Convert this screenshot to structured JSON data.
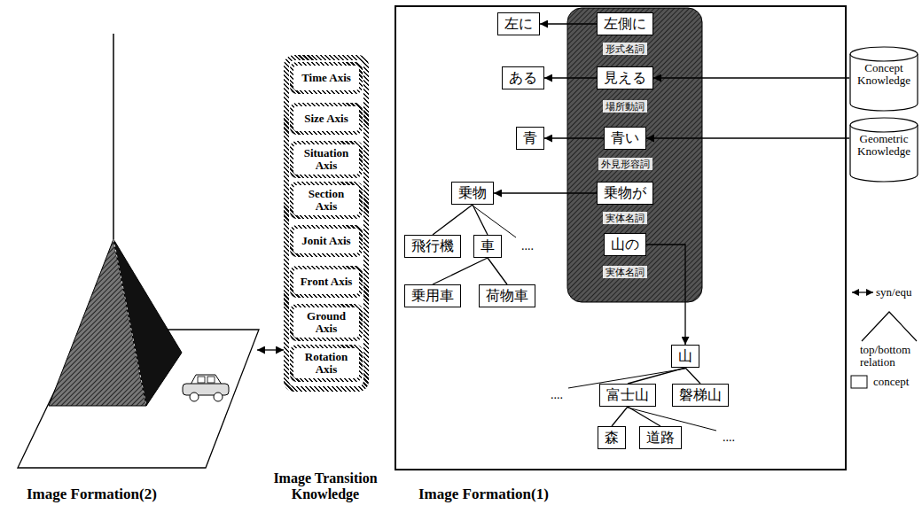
{
  "diagram": {
    "nodes": [
      {
        "text": [
          "Image Formation(2)"
        ]
      },
      {
        "text": [
          "Image Transition Knowledge"
        ]
      },
      {
        "text": [
          "Time Axis"
        ],
        "in": 1
      },
      {
        "text": [
          "Size Axis"
        ],
        "in": 1
      },
      {
        "text": [
          "Situation Axis"
        ],
        "in": 1
      },
      {
        "text": [
          "Section Axis"
        ],
        "in": 1
      },
      {
        "text": [
          "Jonit Axis"
        ],
        "in": 1
      },
      {
        "text": [
          "Front Axis"
        ],
        "in": 1
      },
      {
        "text": [
          "Ground Axis"
        ],
        "in": 1
      },
      {
        "text": [
          "Rotation Axis"
        ],
        "in": 1
      },
      {
        "text": [
          "Image Formation(1)"
        ]
      },
      {
        "text": [
          "左側に"
        ],
        "in": 10
      },
      {
        "text": [
          "見える"
        ],
        "in": 10
      },
      {
        "text": [
          "青い"
        ],
        "in": 10
      },
      {
        "text": [
          "乗物が"
        ],
        "in": 10
      },
      {
        "text": [
          "山の"
        ],
        "in": 10
      },
      {
        "text": [
          "左に"
        ],
        "in": 10
      },
      {
        "text": [
          "ある"
        ],
        "in": 10
      },
      {
        "text": [
          "青"
        ],
        "in": 10
      },
      {
        "text": [
          "乗物"
        ],
        "in": 10
      },
      {
        "text": [
          "飛行機"
        ],
        "in": 10
      },
      {
        "text": [
          "車"
        ],
        "in": 10
      },
      {
        "text": [
          "乗用車"
        ],
        "in": 10
      },
      {
        "text": [
          "荷物車"
        ],
        "in": 10
      },
      {
        "text": [
          "山"
        ],
        "in": 10
      },
      {
        "text": [
          "富士山"
        ],
        "in": 10
      },
      {
        "text": [
          "磐梯山"
        ],
        "in": 10
      },
      {
        "text": [
          "森"
        ],
        "in": 10
      },
      {
        "text": [
          "道路"
        ],
        "in": 10
      },
      {
        "text": [
          "Concept Knowledge"
        ]
      },
      {
        "text": [
          "Geometric Knowledge"
        ]
      }
    ],
    "edges": [
      {
        "from": 0,
        "to": 1,
        "arrow": "both"
      },
      {
        "from": 11,
        "to": 16,
        "arrow": "to"
      },
      {
        "from": 12,
        "to": 17,
        "arrow": "to"
      },
      {
        "from": 13,
        "to": 18,
        "arrow": "to"
      },
      {
        "from": 14,
        "to": 19,
        "arrow": "to"
      },
      {
        "from": 15,
        "to": 24,
        "arrow": "to"
      },
      {
        "from": 29,
        "to": 12,
        "arrow": "to"
      },
      {
        "from": 30,
        "to": 13,
        "arrow": "to"
      },
      {
        "from": 19,
        "to": 20,
        "arrow": "none"
      },
      {
        "from": 19,
        "to": 21,
        "arrow": "none"
      },
      {
        "from": 21,
        "to": 22,
        "arrow": "none"
      },
      {
        "from": 21,
        "to": 23,
        "arrow": "none"
      },
      {
        "from": 24,
        "to": 25,
        "arrow": "none"
      },
      {
        "from": 24,
        "to": 26,
        "arrow": "none"
      },
      {
        "from": 25,
        "to": 27,
        "arrow": "none"
      },
      {
        "from": 25,
        "to": 28,
        "arrow": "none"
      }
    ],
    "labels": [
      "形式名詞",
      "場所動詞",
      "外見形容詞",
      "実体名詞",
      "実体名詞",
      "....",
      "....",
      "...."
    ],
    "legend": [
      {
        "text": "syn/equ"
      },
      {
        "text": "top/bottom relation"
      },
      {
        "text": "concept"
      }
    ]
  }
}
